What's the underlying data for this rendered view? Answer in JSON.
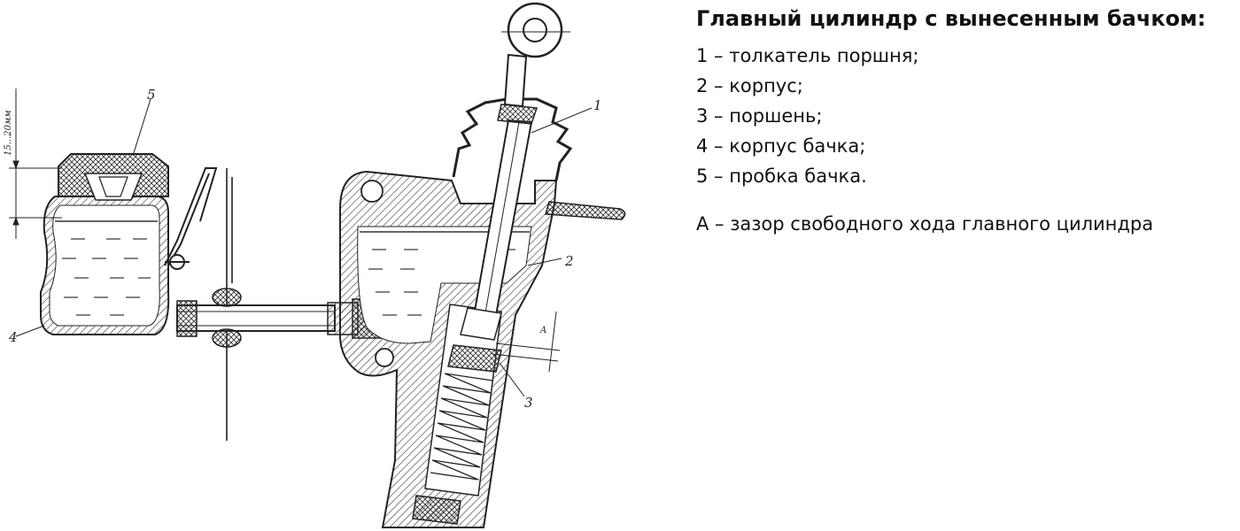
{
  "title": "Главный цилиндр с вынесенным бачком:",
  "legend": [
    "1 – толкатель поршня;",
    "2 – корпус;",
    "3 – поршень;",
    "4 – корпус бачка;",
    "5 – пробка бачка."
  ],
  "note": "А – зазор свободного хода главного цилиндра",
  "diagram": {
    "callouts": [
      "1",
      "2",
      "3",
      "4",
      "5"
    ],
    "gap_label": "A",
    "level_dimension": "15...20мм"
  }
}
